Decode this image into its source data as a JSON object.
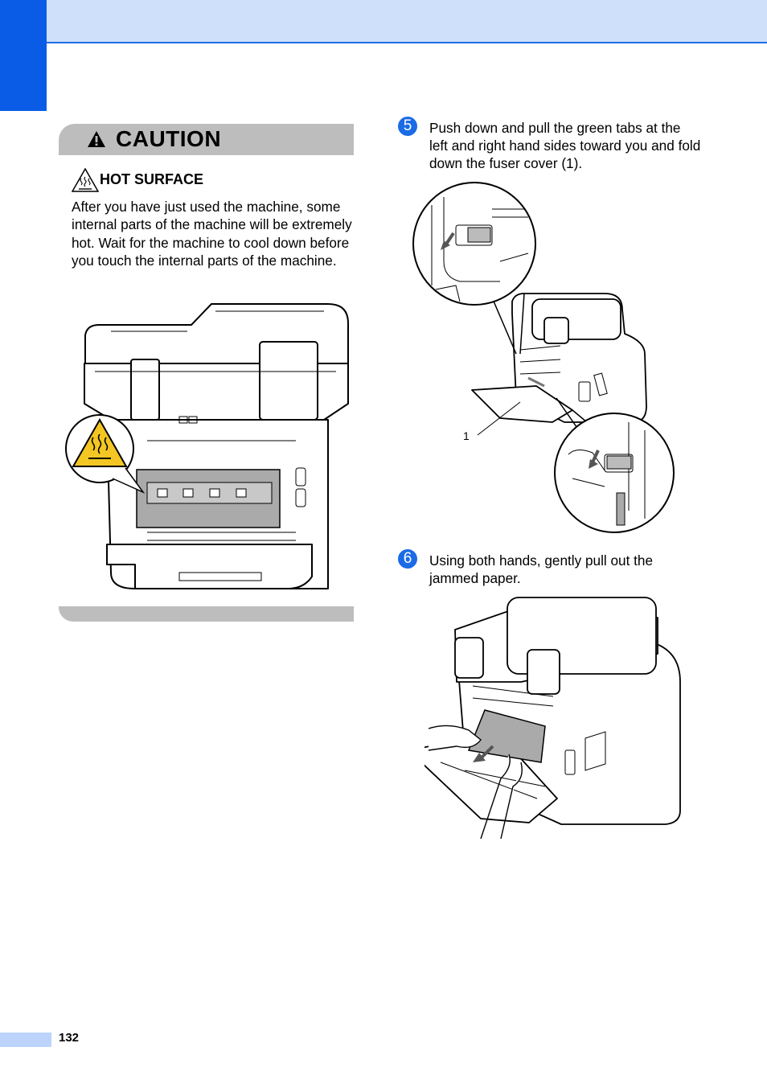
{
  "caution": {
    "title": "CAUTION",
    "hot_surface_heading": "HOT SURFACE",
    "body": "After you have just used the machine, some internal parts of the machine will be extremely hot. Wait for the machine to cool down before you touch the internal parts of the machine."
  },
  "steps": [
    {
      "number": "5",
      "text": "Push down and pull the green tabs at the left and right hand sides toward you and fold down the fuser cover (1)."
    },
    {
      "number": "6",
      "text": "Using both hands, gently pull out the jammed paper."
    }
  ],
  "figure_fuser": {
    "callout_label": "1"
  },
  "footer": {
    "page_number": "132"
  },
  "colors": {
    "accent_blue": "#0a5ce6",
    "header_band": "#cfe0fb",
    "caution_gray": "#bdbdbd",
    "warning_yellow": "#f3c623",
    "fuser_gray": "#aaaaaa"
  }
}
